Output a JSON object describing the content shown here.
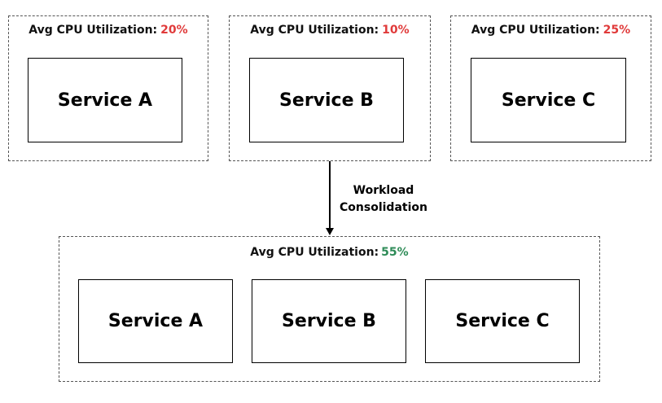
{
  "colors": {
    "high_util": "#e03a3a",
    "good_util": "#2e8b57",
    "border": "#555555"
  },
  "before": {
    "hosts": [
      {
        "util_label": "Avg CPU Utilization:",
        "util_value": "20%",
        "service": "Service A"
      },
      {
        "util_label": "Avg CPU Utilization:",
        "util_value": "10%",
        "service": "Service B"
      },
      {
        "util_label": "Avg CPU Utilization:",
        "util_value": "25%",
        "service": "Service C"
      }
    ]
  },
  "transition": {
    "line1": "Workload",
    "line2": "Consolidation"
  },
  "after": {
    "util_label": "Avg CPU Utilization:",
    "util_value": "55%",
    "services": [
      "Service A",
      "Service B",
      "Service C"
    ]
  }
}
